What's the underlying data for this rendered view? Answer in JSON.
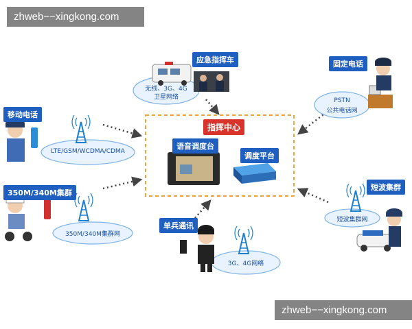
{
  "watermark_top": "zhweb−−xingkong.com",
  "watermark_bottom": "zhweb−−xingkong.com",
  "center": {
    "title": "指挥中心",
    "voice_console": "语音调度台",
    "dispatch_platform": "调度平台"
  },
  "nodes": {
    "emergency_vehicle": {
      "label": "应急指挥车",
      "cloud_line1": "无线、3G、4G",
      "cloud_line2": "卫星网络"
    },
    "fixed_phone": {
      "label": "固定电话",
      "cloud_line1": "PSTN",
      "cloud_line2": "公共电话网"
    },
    "mobile_phone": {
      "label": "移动电话",
      "cloud": "LTE/GSM/WCDMA/CDMA"
    },
    "trunk_350": {
      "label": "350M/340M集群",
      "cloud": "350M/340M集群网"
    },
    "shortwave": {
      "label": "短波集群",
      "cloud": "短波集群网"
    },
    "soldier": {
      "label": "单兵通讯",
      "cloud": "3G、4G网络"
    }
  },
  "colors": {
    "label_bg": "#1f5fbf",
    "center_title_bg": "#d9342b",
    "dash_border": "#e8a33b",
    "cloud_fill": "#e8f3ff",
    "cloud_stroke": "#7fb2e5"
  }
}
